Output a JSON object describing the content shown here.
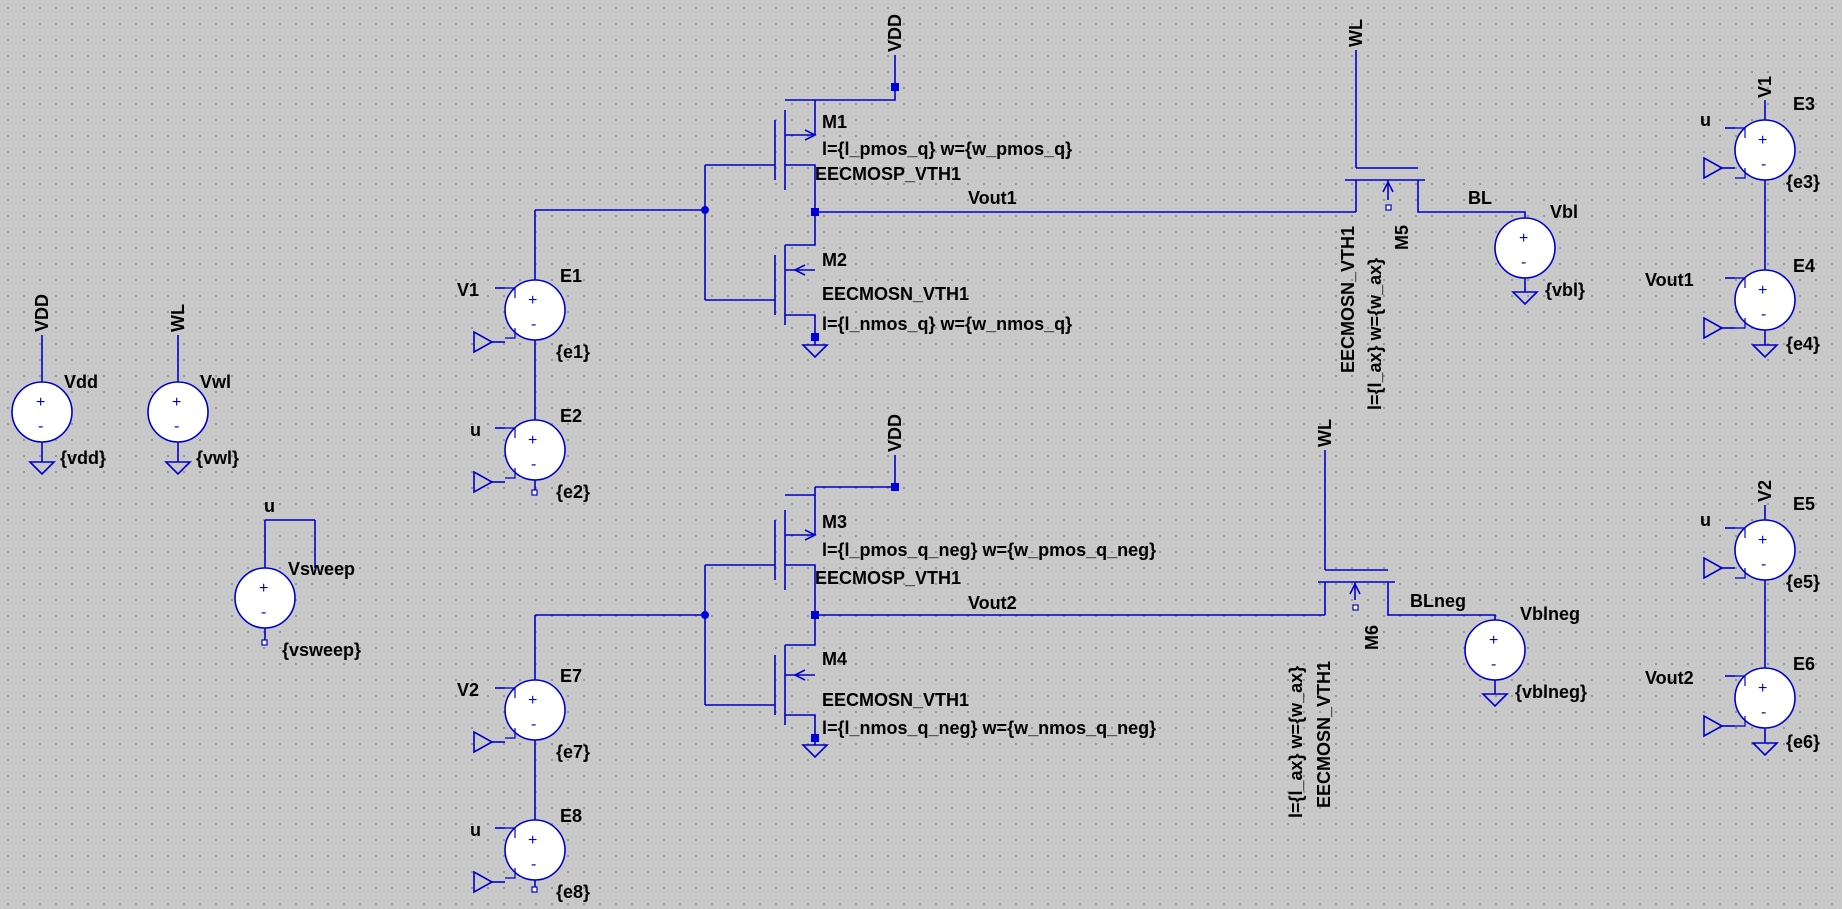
{
  "diagram": {
    "type": "schematic",
    "wire_color": "#0000cc",
    "background_color": "#c8c8c8",
    "ground_symbol": "ground-icon",
    "nets": [
      "VDD",
      "WL",
      "BL",
      "BLneg",
      "Vout1",
      "Vout2",
      "V1",
      "V2",
      "u"
    ],
    "mosfets": [
      {
        "ref": "M1",
        "type": "pmos",
        "model": "EECMOSP_VTH1",
        "params": "l={l_pmos_q} w={w_pmos_q}"
      },
      {
        "ref": "M2",
        "type": "nmos",
        "model": "EECMOSN_VTH1",
        "params": "l={l_nmos_q} w={w_nmos_q}"
      },
      {
        "ref": "M3",
        "type": "pmos",
        "model": "EECMOSP_VTH1",
        "params": "l={l_pmos_q_neg} w={w_pmos_q_neg}"
      },
      {
        "ref": "M4",
        "type": "nmos",
        "model": "EECMOSN_VTH1",
        "params": "l={l_nmos_q_neg} w={w_nmos_q_neg}"
      },
      {
        "ref": "M5",
        "type": "nmos",
        "model": "EECMOSN_VTH1",
        "params": "l={l_ax} w={w_ax}"
      },
      {
        "ref": "M6",
        "type": "nmos",
        "model": "EECMOSN_VTH1",
        "params": "l={l_ax} w={w_ax}"
      }
    ],
    "vsources": [
      {
        "ref": "Vdd",
        "value": "{vdd}",
        "net": "VDD"
      },
      {
        "ref": "Vwl",
        "value": "{vwl}",
        "net": "WL"
      },
      {
        "ref": "Vsweep",
        "value": "{vsweep}",
        "net": "u"
      },
      {
        "ref": "Vbl",
        "value": "{vbl}",
        "net": "BL"
      },
      {
        "ref": "Vblneg",
        "value": "{vblneg}",
        "net": "BLneg"
      }
    ],
    "esources": [
      {
        "ref": "E1",
        "value": "{e1}",
        "ctrl": "V1"
      },
      {
        "ref": "E2",
        "value": "{e2}",
        "ctrl": "u"
      },
      {
        "ref": "E3",
        "value": "{e3}",
        "ctrl": "u",
        "net": "V1"
      },
      {
        "ref": "E4",
        "value": "{e4}",
        "ctrl": "Vout1"
      },
      {
        "ref": "E5",
        "value": "{e5}",
        "ctrl": "u",
        "net": "V2"
      },
      {
        "ref": "E6",
        "value": "{e6}",
        "ctrl": "Vout2"
      },
      {
        "ref": "E7",
        "value": "{e7}",
        "ctrl": "V2"
      },
      {
        "ref": "E8",
        "value": "{e8}",
        "ctrl": "u"
      }
    ]
  }
}
